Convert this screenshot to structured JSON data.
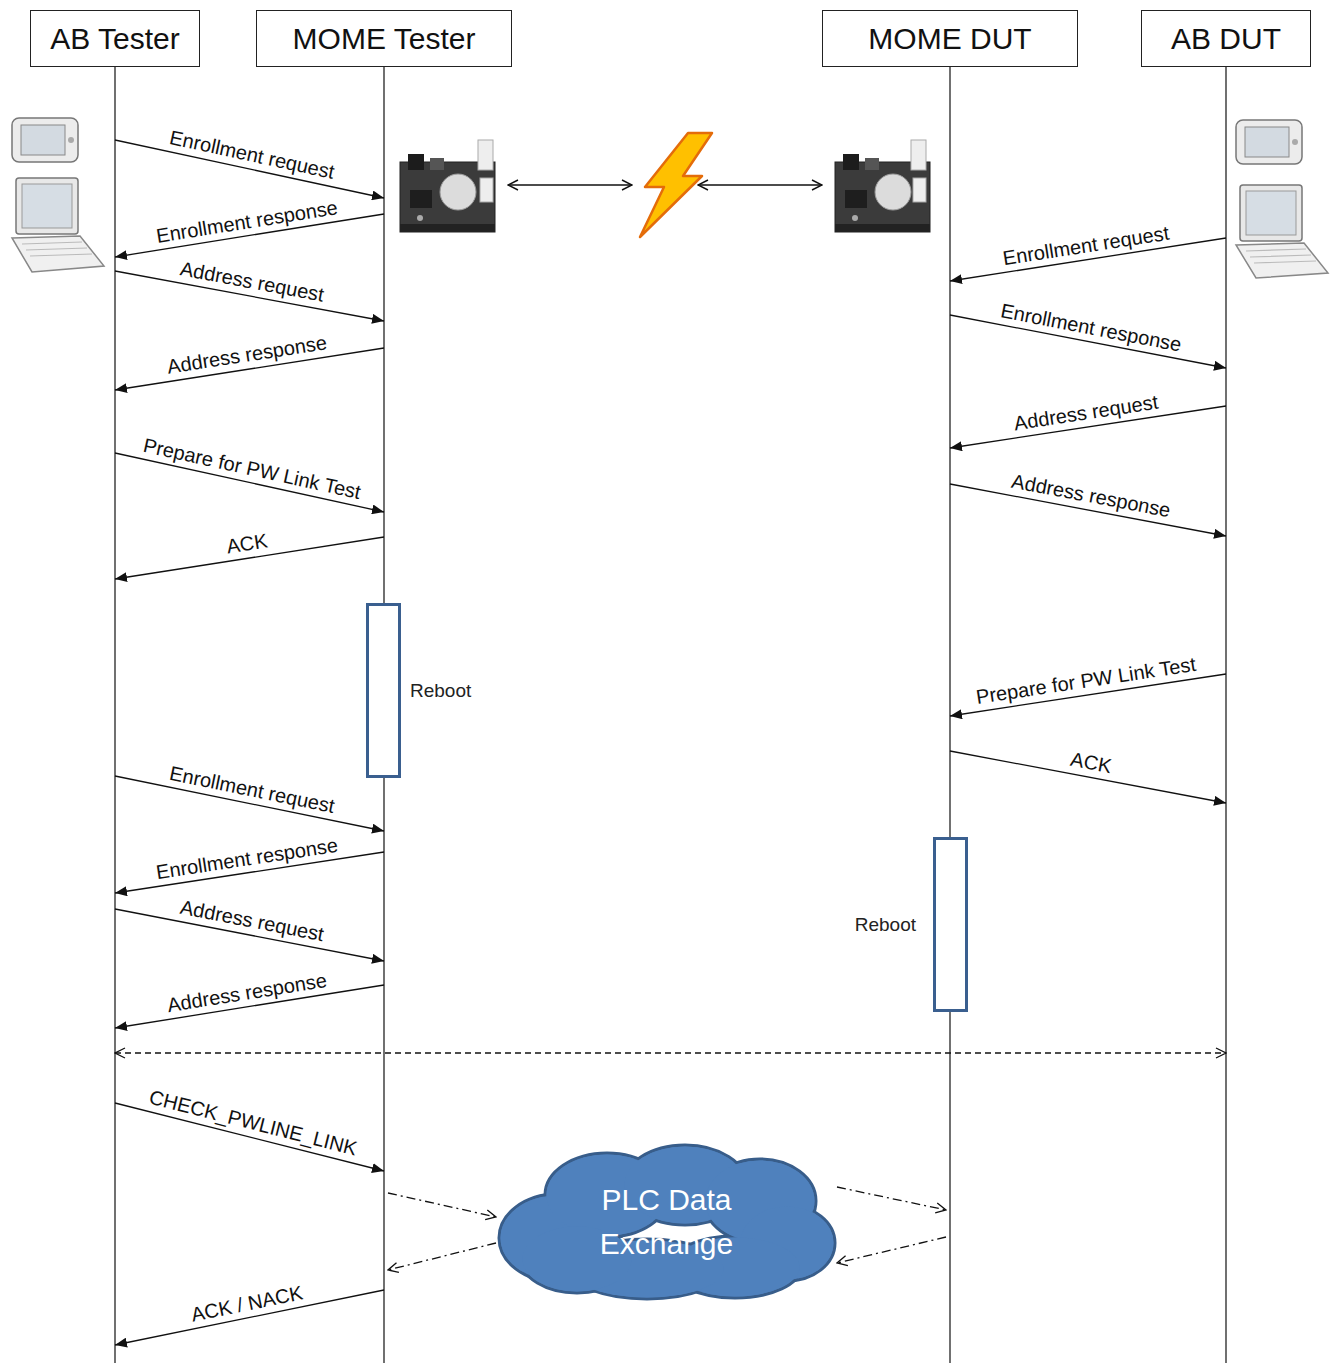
{
  "diagram": {
    "nodes": [
      {
        "text": [
          "AB Tester"
        ]
      },
      {
        "text": [
          "MOME Tester"
        ]
      },
      {
        "text": [
          "MOME DUT"
        ]
      },
      {
        "text": [
          "AB DUT"
        ]
      },
      {
        "text": [
          "Reboot"
        ]
      },
      {
        "text": [
          "Reboot"
        ]
      },
      {
        "text": [
          "PLC Data Exchange"
        ]
      }
    ],
    "edges": [
      {
        "from": 0,
        "to": 1,
        "label": "Enrollment request",
        "arrow": "to"
      },
      {
        "from": 1,
        "to": 0,
        "label": "Enrollment response",
        "arrow": "to"
      },
      {
        "from": 3,
        "to": 2,
        "label": "Enrollment request",
        "arrow": "to"
      },
      {
        "from": 0,
        "to": 1,
        "label": "Address request",
        "arrow": "to"
      },
      {
        "from": 2,
        "to": 3,
        "label": "Enrollment response",
        "arrow": "to"
      },
      {
        "from": 1,
        "to": 0,
        "label": "Address response",
        "arrow": "to"
      },
      {
        "from": 3,
        "to": 2,
        "label": "Address request",
        "arrow": "to"
      },
      {
        "from": 0,
        "to": 1,
        "label": "Prepare for PW Link Test",
        "arrow": "to"
      },
      {
        "from": 2,
        "to": 3,
        "label": "Address response",
        "arrow": "to"
      },
      {
        "from": 1,
        "to": 0,
        "label": "ACK",
        "arrow": "to"
      },
      {
        "from": 3,
        "to": 2,
        "label": "Prepare for PW Link Test",
        "arrow": "to"
      },
      {
        "from": 2,
        "to": 3,
        "label": "ACK",
        "arrow": "to"
      },
      {
        "from": 0,
        "to": 1,
        "label": "Enrollment request",
        "arrow": "to"
      },
      {
        "from": 1,
        "to": 0,
        "label": "Enrollment response",
        "arrow": "to"
      },
      {
        "from": 0,
        "to": 1,
        "label": "Address request",
        "arrow": "to"
      },
      {
        "from": 1,
        "to": 0,
        "label": "Address response",
        "arrow": "to"
      },
      {
        "from": 0,
        "to": 3,
        "arrow": "both"
      },
      {
        "from": 0,
        "to": 1,
        "label": "CHECK_PWLINE_LINK",
        "arrow": "to"
      },
      {
        "from": 1,
        "to": 6,
        "arrow": "to"
      },
      {
        "from": 6,
        "to": 2,
        "arrow": "to"
      },
      {
        "from": 2,
        "to": 6,
        "arrow": "to"
      },
      {
        "from": 6,
        "to": 1,
        "arrow": "to"
      },
      {
        "from": 1,
        "to": 0,
        "label": "ACK / NACK",
        "arrow": "to"
      }
    ]
  }
}
